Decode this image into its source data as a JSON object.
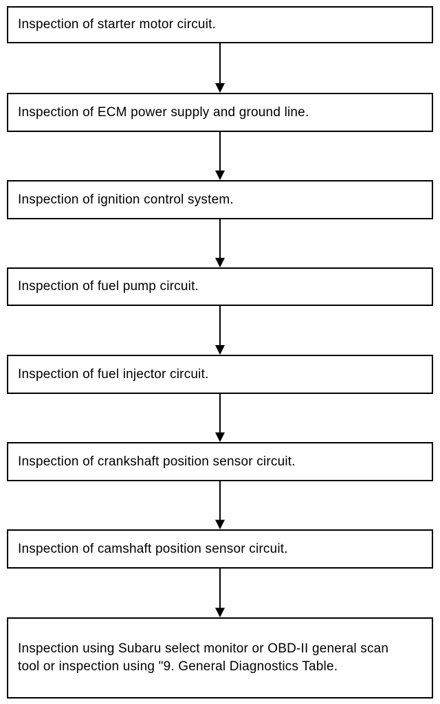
{
  "steps": [
    "Inspection of starter motor circuit.",
    "Inspection of ECM power supply and ground line.",
    "Inspection of ignition control system.",
    "Inspection of fuel pump circuit.",
    "Inspection of fuel injector circuit.",
    "Inspection of crankshaft position sensor circuit.",
    "Inspection of camshaft position sensor circuit.",
    "Inspection using Subaru select monitor or OBD-II general scan tool or inspection using \"9. General Diagnostics Table."
  ]
}
